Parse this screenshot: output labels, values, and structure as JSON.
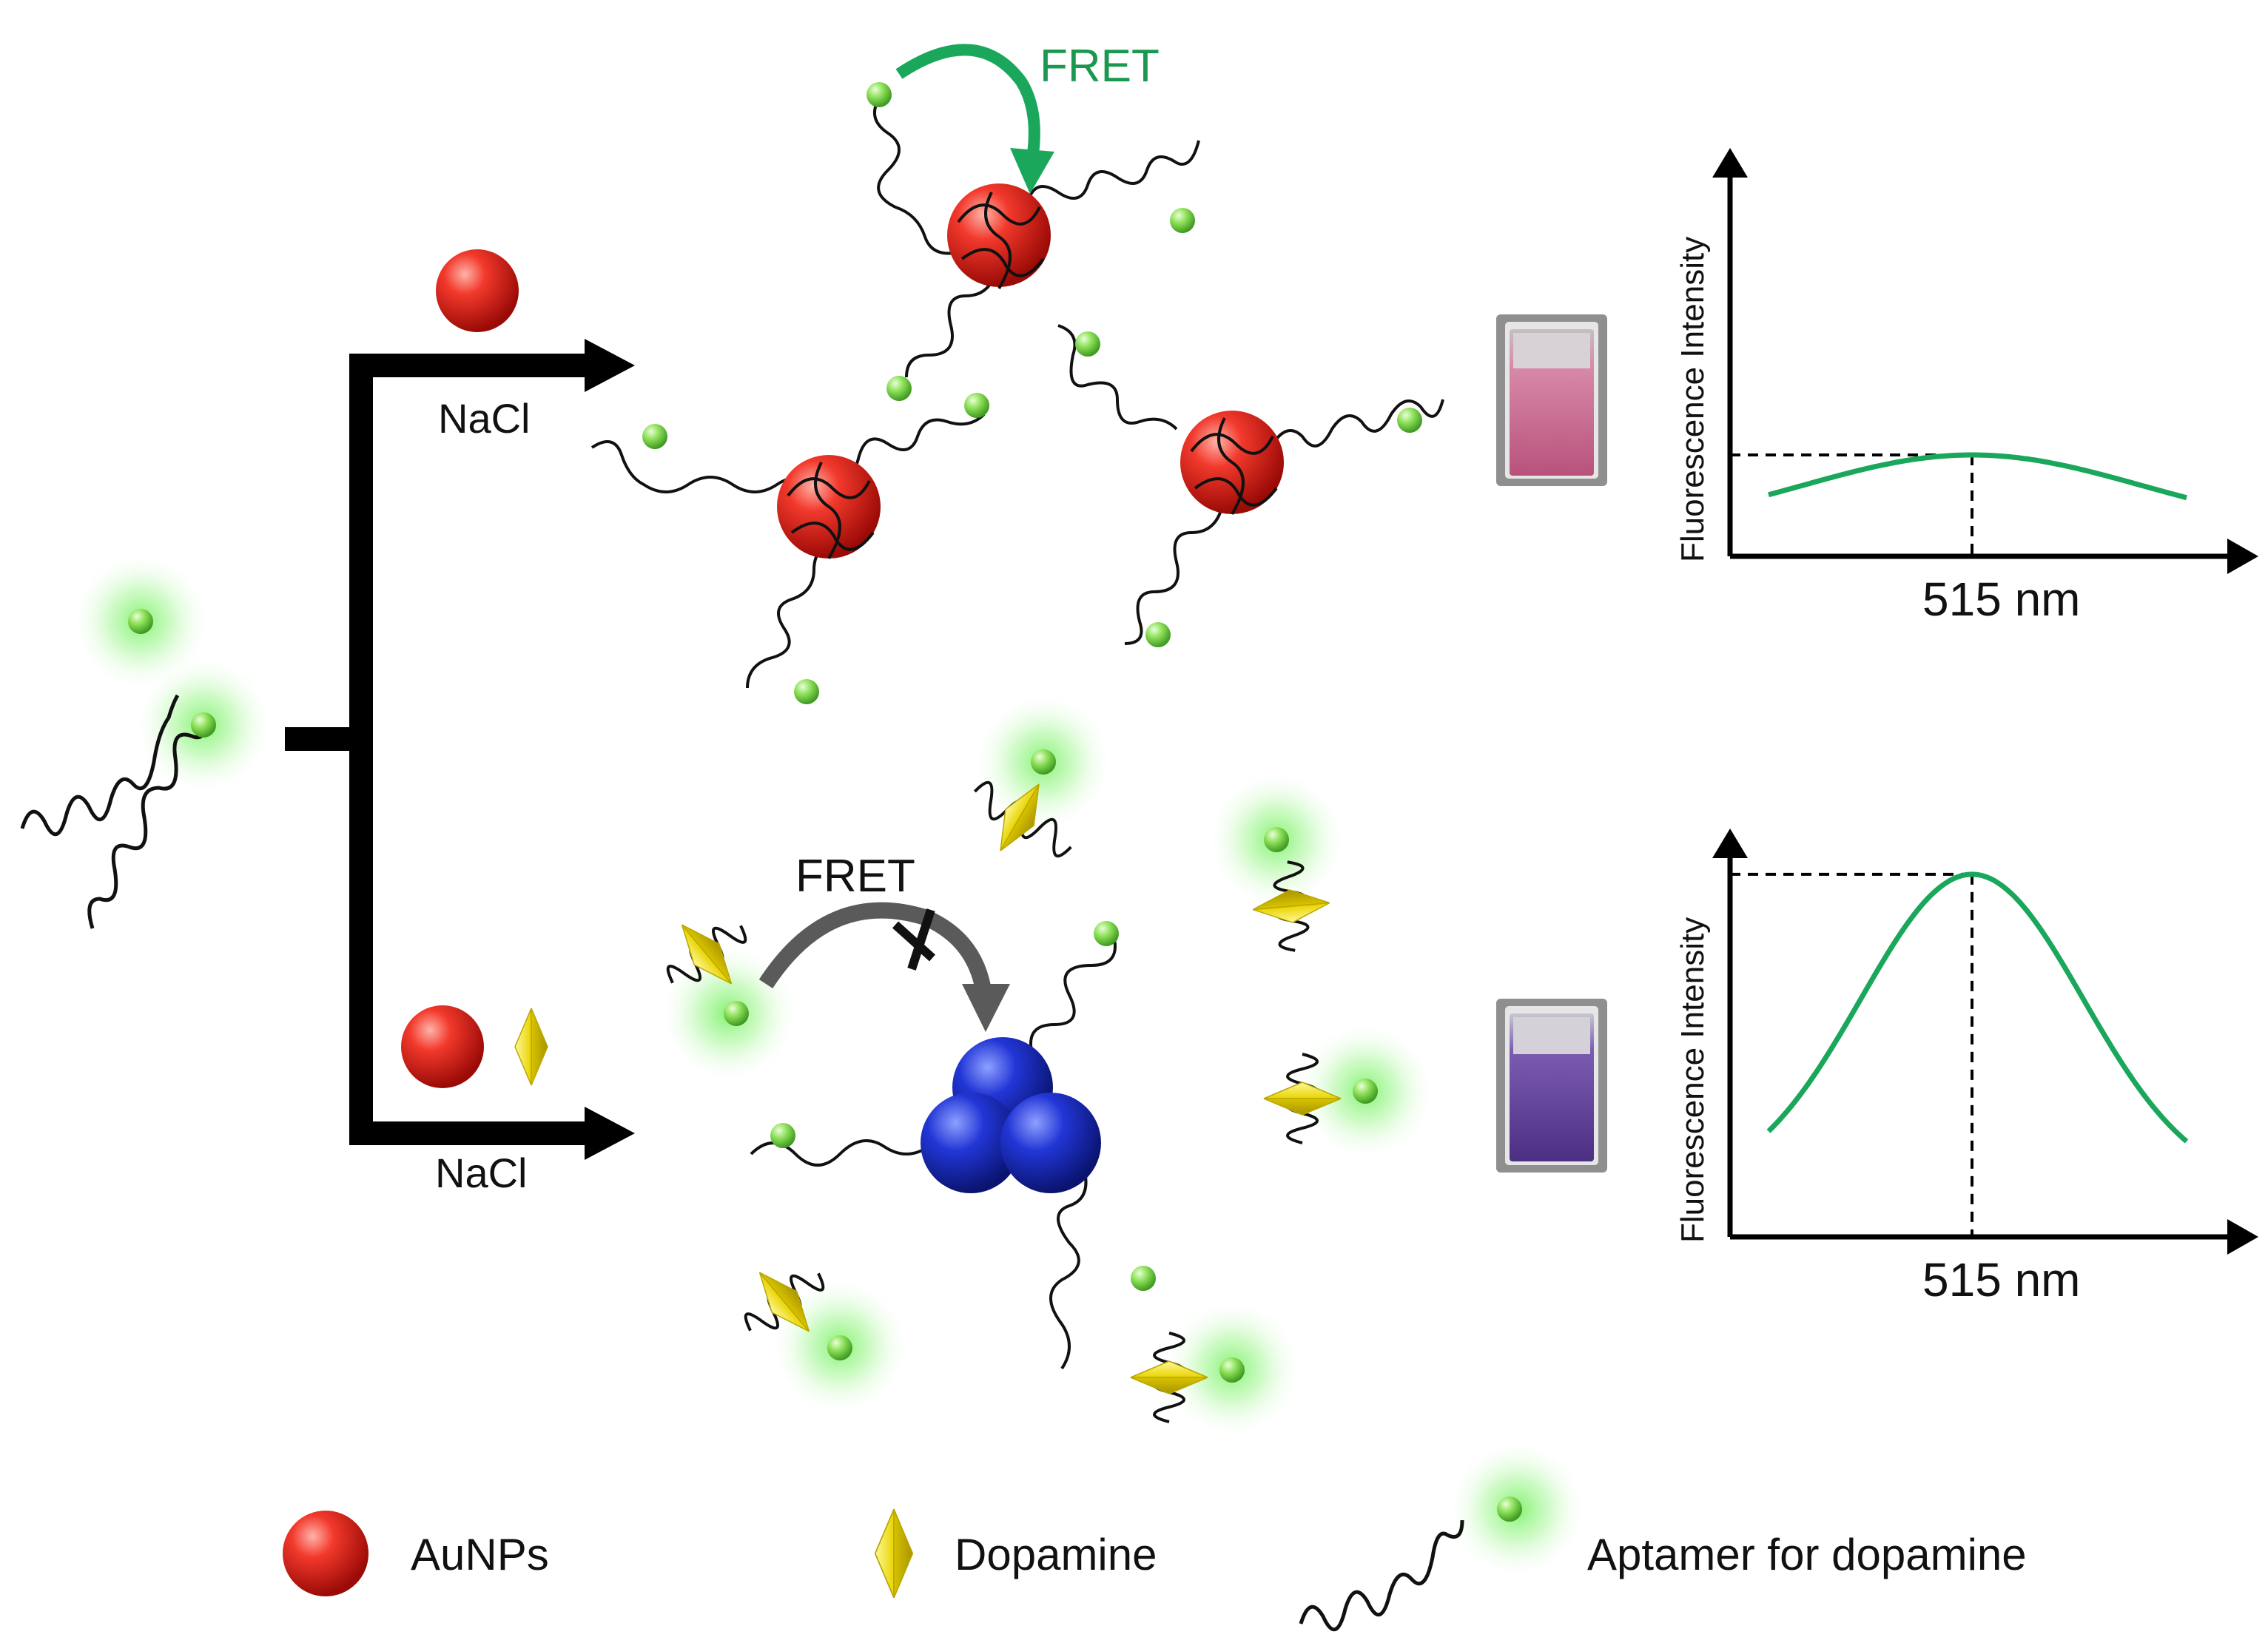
{
  "labels": {
    "fret_top": "FRET",
    "fret_bottom": "FRET",
    "nacl_top": "NaCl",
    "nacl_bottom": "NaCl"
  },
  "charts": [
    {
      "ylabel": "Fluorescence Intensity",
      "peak_label": "515 nm",
      "peak_level": 0.26
    },
    {
      "ylabel": "Fluorescence Intensity",
      "peak_label": "515 nm",
      "peak_level": 0.93
    }
  ],
  "legend": {
    "aunps": "AuNPs",
    "dopamine": "Dopamine",
    "aptamer": "Aptamer for dopamine"
  },
  "colors": {
    "aunp_red": "#e0201b",
    "aggregate_blue": "#1f33c8",
    "dopamine_yellow": "#f3e21a",
    "fluorophore_green": "#5ed43a",
    "curve_green": "#1aa75c",
    "fret_green": "#1a9850",
    "vial_pink": "#d06a92",
    "vial_purple": "#6b4aa0"
  },
  "icons": {
    "aunp": "red-sphere-icon",
    "dopamine": "yellow-diamond-icon",
    "aptamer": "green-glow-strand-icon"
  }
}
